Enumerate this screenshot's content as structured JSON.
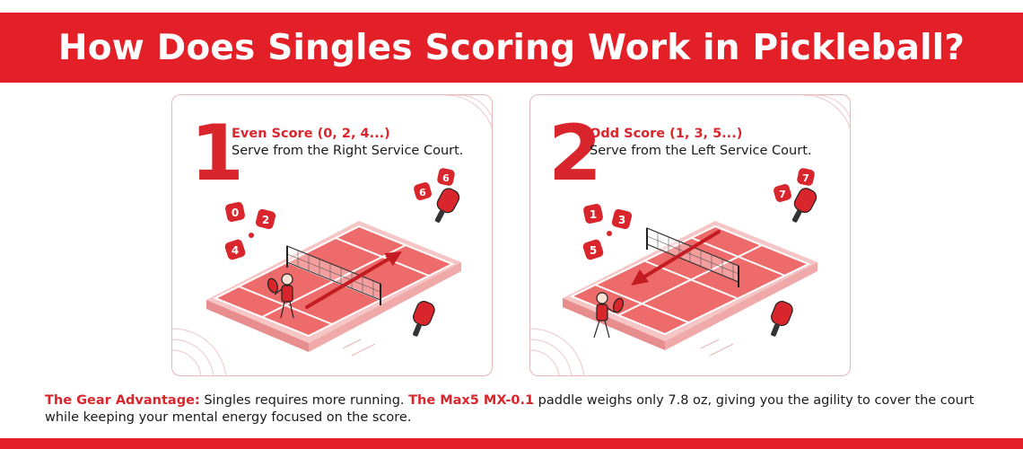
{
  "header": {
    "title": "How Does Singles Scoring Work in Pickleball?"
  },
  "cards": [
    {
      "number": "1",
      "title": "Even Score (0, 2, 4...)",
      "description": "Serve from the Right Service Court.",
      "score_chips": [
        "0",
        "2",
        "4",
        "6",
        "6"
      ]
    },
    {
      "number": "2",
      "title": "Odd Score (1, 3, 5...)",
      "description": "Serve from the Left Service Court.",
      "score_chips": [
        "1",
        "3",
        "5",
        "7",
        "7"
      ]
    }
  ],
  "footer": {
    "label": "The Gear Advantage:",
    "text_1": " Singles requires more running. ",
    "product": "The Max5 MX-0.1",
    "text_2": " paddle weighs only 7.8 oz, giving you the agility to cover the court while keeping your mental energy focused on the score."
  },
  "colors": {
    "brand_red": "#e32028",
    "court_fill": "#ee6b6b",
    "court_dark": "#d9262c"
  },
  "icons": [
    "paddle-icon",
    "player-icon",
    "net-icon",
    "arrow-icon",
    "ball-icon"
  ]
}
